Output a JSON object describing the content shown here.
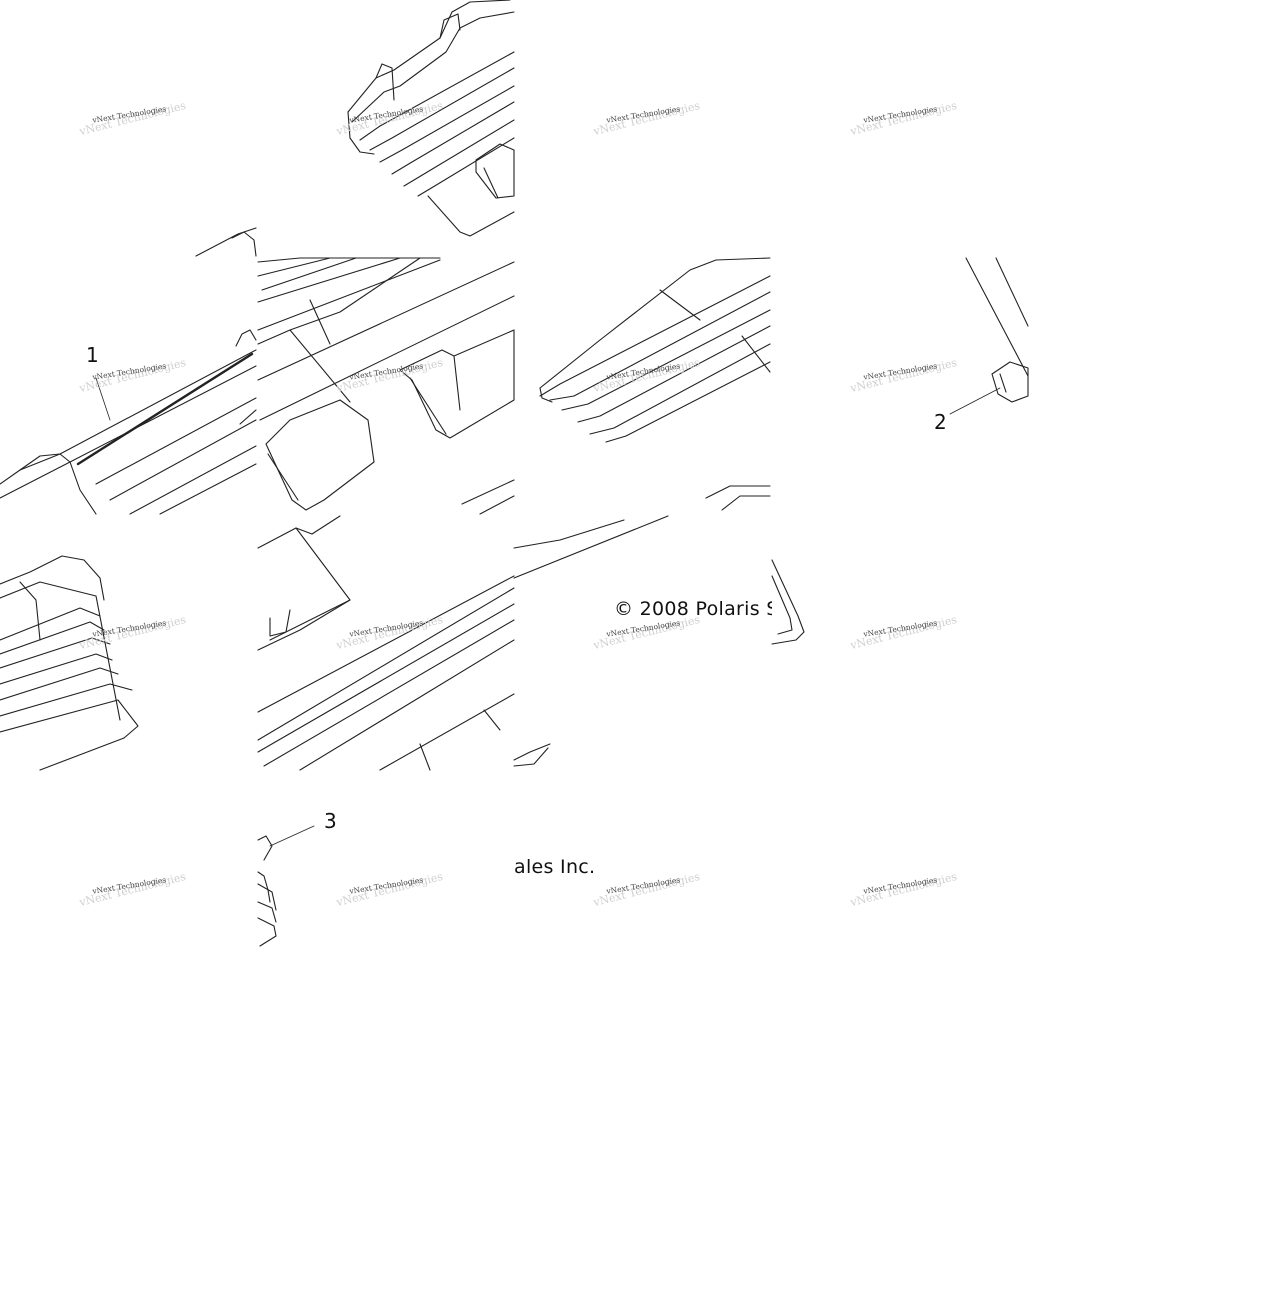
{
  "callouts": [
    {
      "id": "callout-1",
      "number": "1"
    },
    {
      "id": "callout-2",
      "number": "2"
    },
    {
      "id": "callout-3",
      "number": "3"
    }
  ],
  "copyright": {
    "part_a": "© 2008 Polaris S",
    "part_b": "ales Inc."
  },
  "watermark": {
    "text": "vNext Technologies",
    "count": 16
  },
  "colors": {
    "line": "#222222",
    "background": "#ffffff",
    "watermark": "#444444"
  }
}
